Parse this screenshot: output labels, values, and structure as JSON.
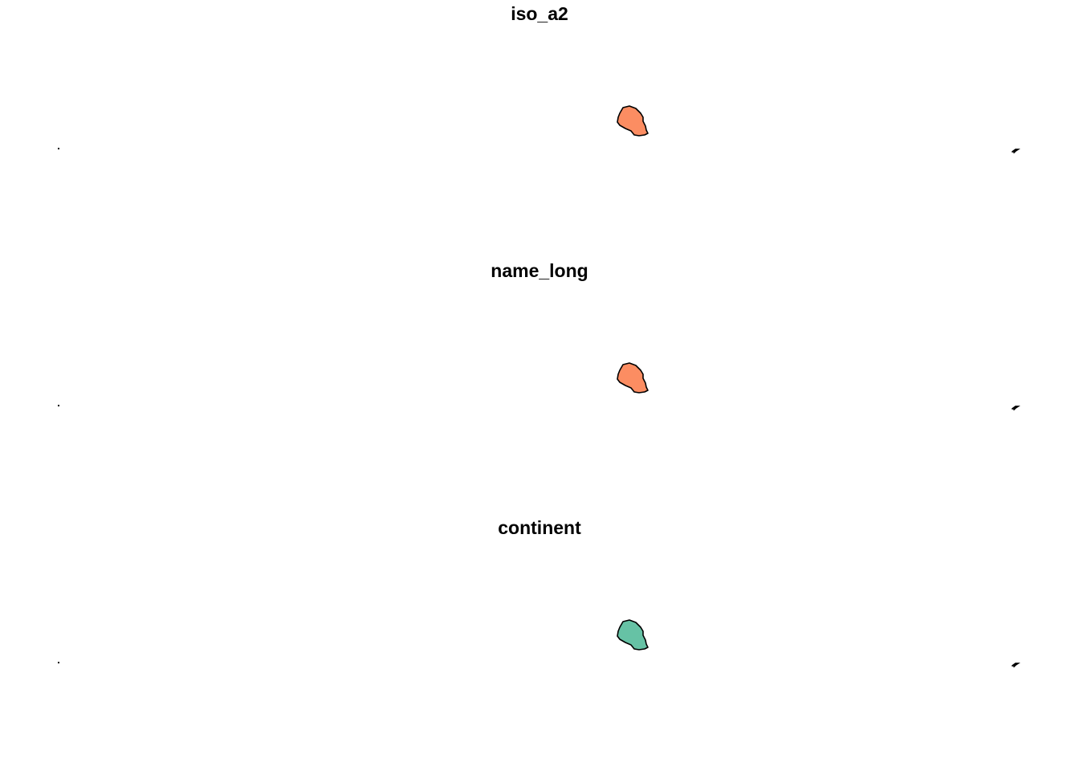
{
  "panels": [
    {
      "title": "iso_a2",
      "fill": "#FC8D62"
    },
    {
      "title": "name_long",
      "fill": "#FC8D62"
    },
    {
      "title": "continent",
      "fill": "#66C2A5"
    }
  ]
}
